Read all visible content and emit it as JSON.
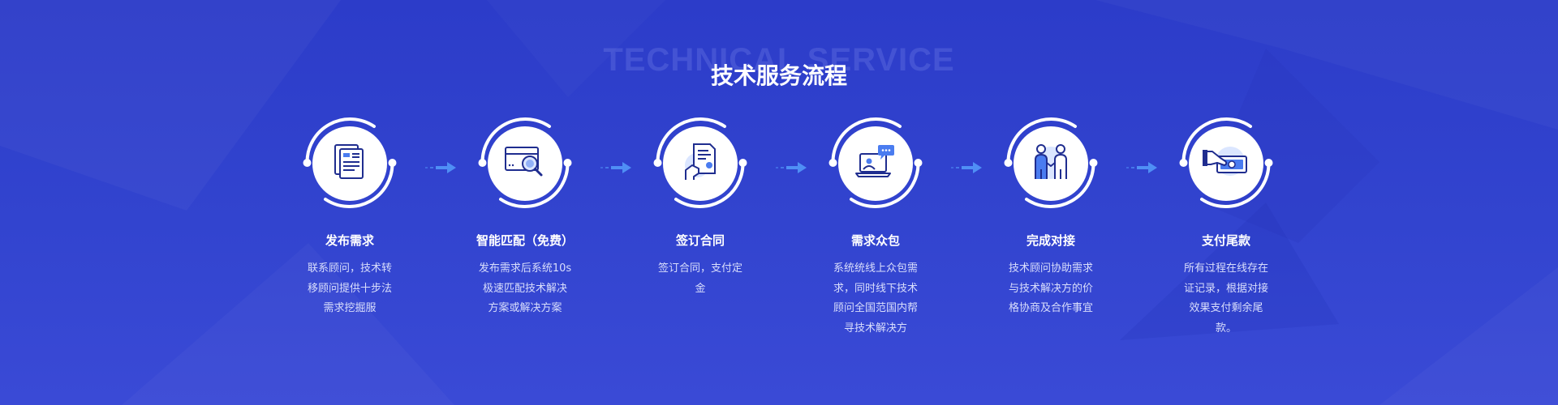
{
  "section": {
    "bg_title": "TECHNICAL SERVICE",
    "title": "技术服务流程"
  },
  "colors": {
    "background": "#2f40cc",
    "icon_dark": "#1f2d8f",
    "icon_accent": "#4a7cf0",
    "arrow": "#4f8ff5"
  },
  "steps": [
    {
      "title": "发布需求",
      "desc": "联系顾问，技术转移顾问提供十步法需求挖掘服",
      "icon": "document-icon"
    },
    {
      "title": "智能匹配（免费）",
      "desc": "发布需求后系统10s极速匹配技术解决方案或解决方案",
      "icon": "search-box-icon"
    },
    {
      "title": "签订合同",
      "desc": "签订合同，支付定金",
      "icon": "contract-sign-icon"
    },
    {
      "title": "需求众包",
      "desc": "系统统线上众包需求，同时线下技术顾问全国范国内帮寻技术解决方",
      "icon": "laptop-chat-icon"
    },
    {
      "title": "完成对接",
      "desc": "技术顾问协助需求与技术解决方的价格协商及合作事宜",
      "icon": "handshake-people-icon"
    },
    {
      "title": "支付尾款",
      "desc": "所有过程在线存在证记录，根据对接效果支付剩余尾款。",
      "icon": "payment-cash-icon"
    }
  ]
}
